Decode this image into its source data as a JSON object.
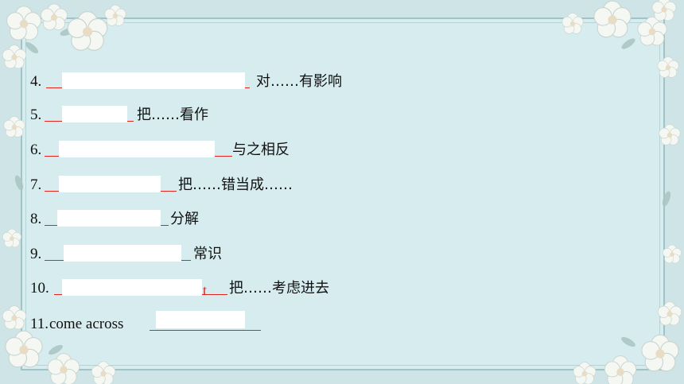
{
  "exercise": {
    "items": [
      {
        "number": "4.",
        "meaning": "对……有影响"
      },
      {
        "number": "5.",
        "meaning": "把……看作"
      },
      {
        "number": "6.",
        "meaning": "与之相反"
      },
      {
        "number": "7.",
        "meaning": "把……错当成……"
      },
      {
        "number": "8.",
        "meaning": "分解"
      },
      {
        "number": "9.",
        "meaning": "常识"
      },
      {
        "number": "10.",
        "meaning": "把……考虑进去",
        "visible_answer_fragment": "t"
      },
      {
        "number": "11.",
        "phrase": "come across"
      }
    ]
  },
  "colors": {
    "answer_line": "#e0241e",
    "panel": "#d6ecee",
    "frame": "#9fc3c7",
    "flower": "#f4f6f2"
  }
}
